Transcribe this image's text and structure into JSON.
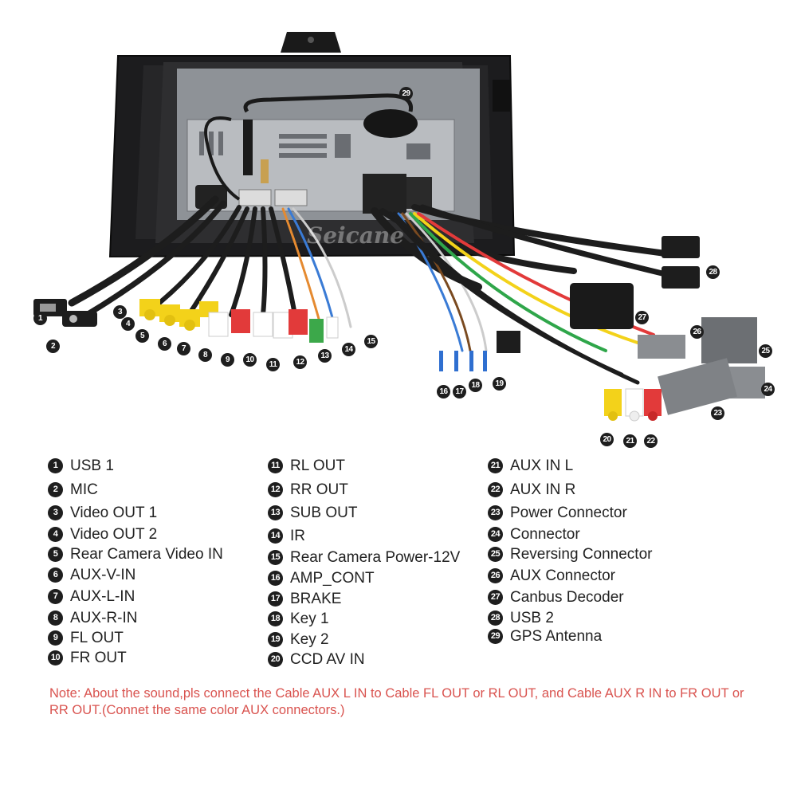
{
  "brand": "Seicane",
  "gps_label": "29",
  "legend": [
    {
      "num": "1",
      "label": "USB 1"
    },
    {
      "num": "2",
      "label": "MIC"
    },
    {
      "num": "3",
      "label": "Video OUT 1"
    },
    {
      "num": "4",
      "label": "Video OUT 2"
    },
    {
      "num": "5",
      "label": "Rear Camera Video IN"
    },
    {
      "num": "6",
      "label": "AUX-V-IN"
    },
    {
      "num": "7",
      "label": "AUX-L-IN"
    },
    {
      "num": "8",
      "label": "AUX-R-IN"
    },
    {
      "num": "9",
      "label": "FL OUT"
    },
    {
      "num": "10",
      "label": "FR OUT"
    },
    {
      "num": "11",
      "label": "RL OUT"
    },
    {
      "num": "12",
      "label": "RR OUT"
    },
    {
      "num": "13",
      "label": "SUB OUT"
    },
    {
      "num": "14",
      "label": "IR"
    },
    {
      "num": "15",
      "label": "Rear Camera Power-12V"
    },
    {
      "num": "16",
      "label": "AMP_CONT"
    },
    {
      "num": "17",
      "label": "BRAKE"
    },
    {
      "num": "18",
      "label": "Key 1"
    },
    {
      "num": "19",
      "label": "Key 2"
    },
    {
      "num": "20",
      "label": "CCD AV IN"
    },
    {
      "num": "21",
      "label": "AUX IN L"
    },
    {
      "num": "22",
      "label": "AUX IN R"
    },
    {
      "num": "23",
      "label": "Power Connector"
    },
    {
      "num": "24",
      "label": "Connector"
    },
    {
      "num": "25",
      "label": "Reversing Connector"
    },
    {
      "num": "26",
      "label": "AUX Connector"
    },
    {
      "num": "27",
      "label": "Canbus Decoder"
    },
    {
      "num": "28",
      "label": "USB 2"
    },
    {
      "num": "29",
      "label": "GPS Antenna"
    }
  ],
  "note": "Note: About the sound,pls connect the Cable AUX L IN to Cable FL OUT or RL OUT, and Cable AUX R IN to FR OUT or RR OUT.(Connet the same color AUX connectors.)",
  "colors": {
    "note": "#d9534f",
    "callout": "#1e1e1e",
    "frame": "#1c1c1e",
    "chassis": "#b9bcc0"
  }
}
